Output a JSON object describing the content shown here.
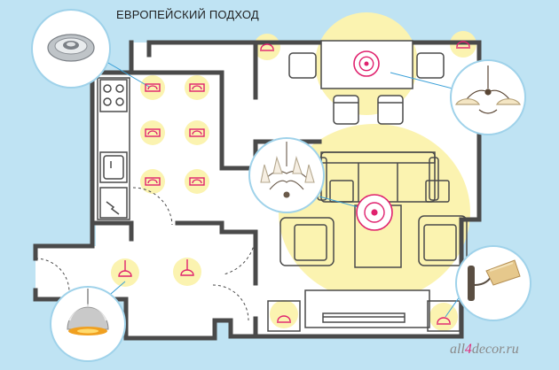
{
  "title": "ЕВРОПЕЙСКИЙ ПОДХОД",
  "watermark": {
    "prefix": "all",
    "digit": "4",
    "suffix": "decor.ru"
  },
  "colors": {
    "background": "#bfe3f3",
    "wall": "#4a4a4a",
    "floor": "#ffffff",
    "glow": "#fbf3b0",
    "fixture": "#e0226e",
    "callout_line": "#3aa0d8"
  },
  "fixtures": [
    {
      "name": "recessed-spotlight",
      "icon": "downlight-icon",
      "count": 6,
      "room": "kitchen"
    },
    {
      "name": "pendant-lamp",
      "icon": "pendant-icon",
      "count": 2,
      "room": "hallway"
    },
    {
      "name": "dining-chandelier",
      "icon": "ceiling-lamp-icon",
      "count": 1,
      "room": "dining"
    },
    {
      "name": "living-chandelier",
      "icon": "ceiling-lamp-icon",
      "count": 1,
      "room": "living"
    },
    {
      "name": "wall-sconce",
      "icon": "sconce-icon",
      "count": 4,
      "room": "living"
    }
  ]
}
